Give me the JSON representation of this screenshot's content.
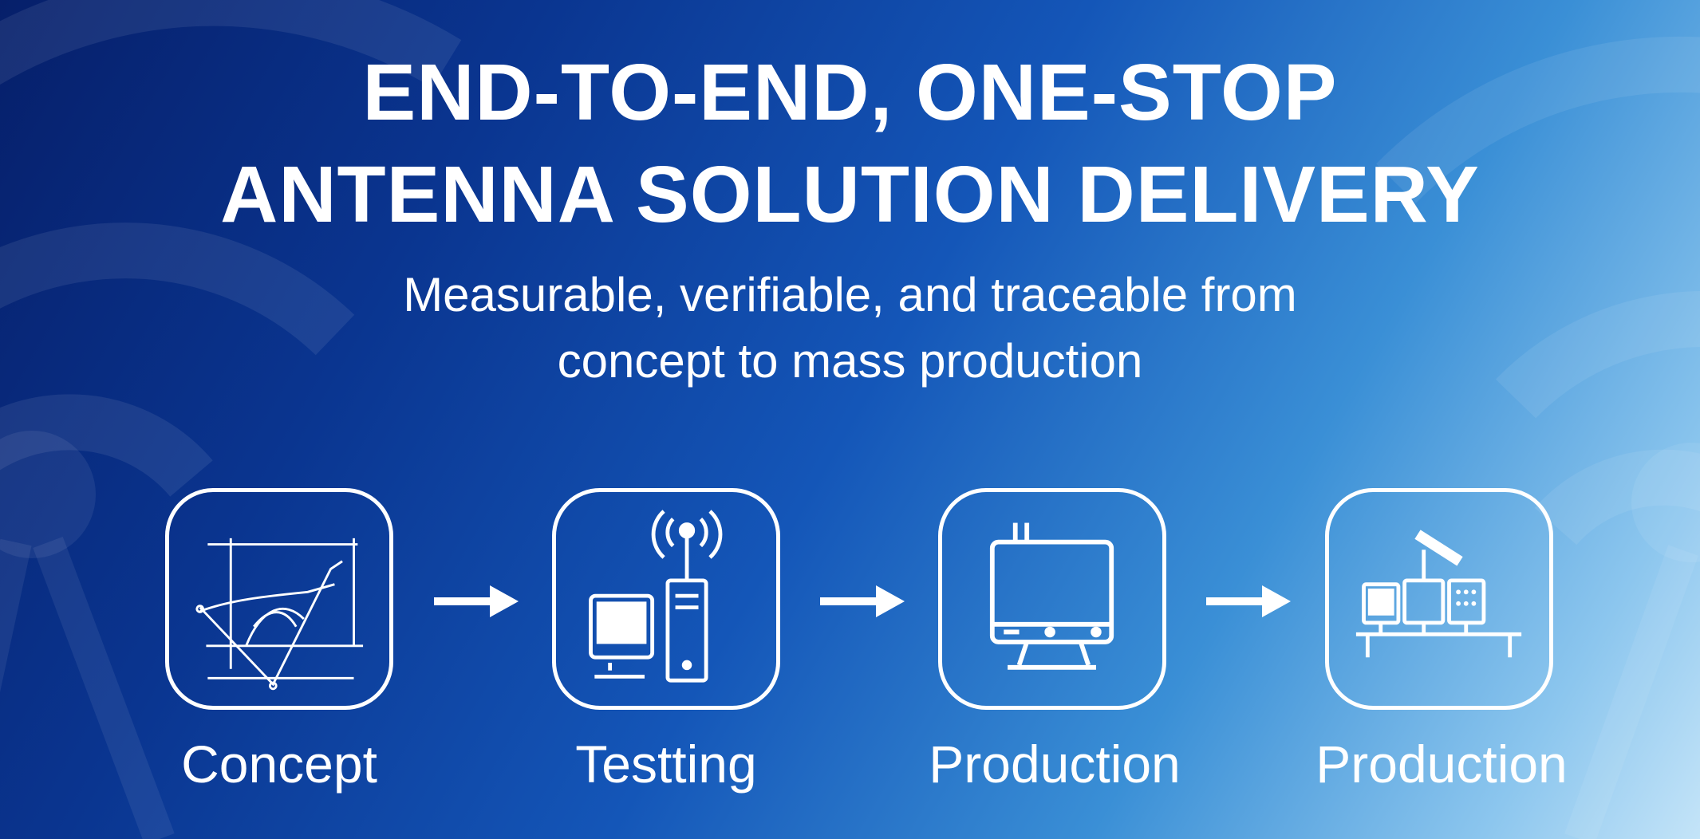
{
  "title": {
    "line1": "END-TO-END, ONE-STOP",
    "line2": "ANTENNA SOLUTION DELIVERY"
  },
  "subtitle": {
    "line1": "Measurable, verifiable, and traceable from",
    "line2": "concept to mass production"
  },
  "steps": [
    {
      "label": "Concept",
      "icon": "chart-sketch-icon"
    },
    {
      "label": "Testting",
      "icon": "computer-antenna-icon"
    },
    {
      "label": "Production",
      "icon": "monitor-device-icon"
    },
    {
      "label": "Production",
      "icon": "assembly-line-icon"
    }
  ],
  "colors": {
    "background_dark": "#061f6a",
    "background_light": "#c4e4f8",
    "foreground": "#ffffff"
  }
}
